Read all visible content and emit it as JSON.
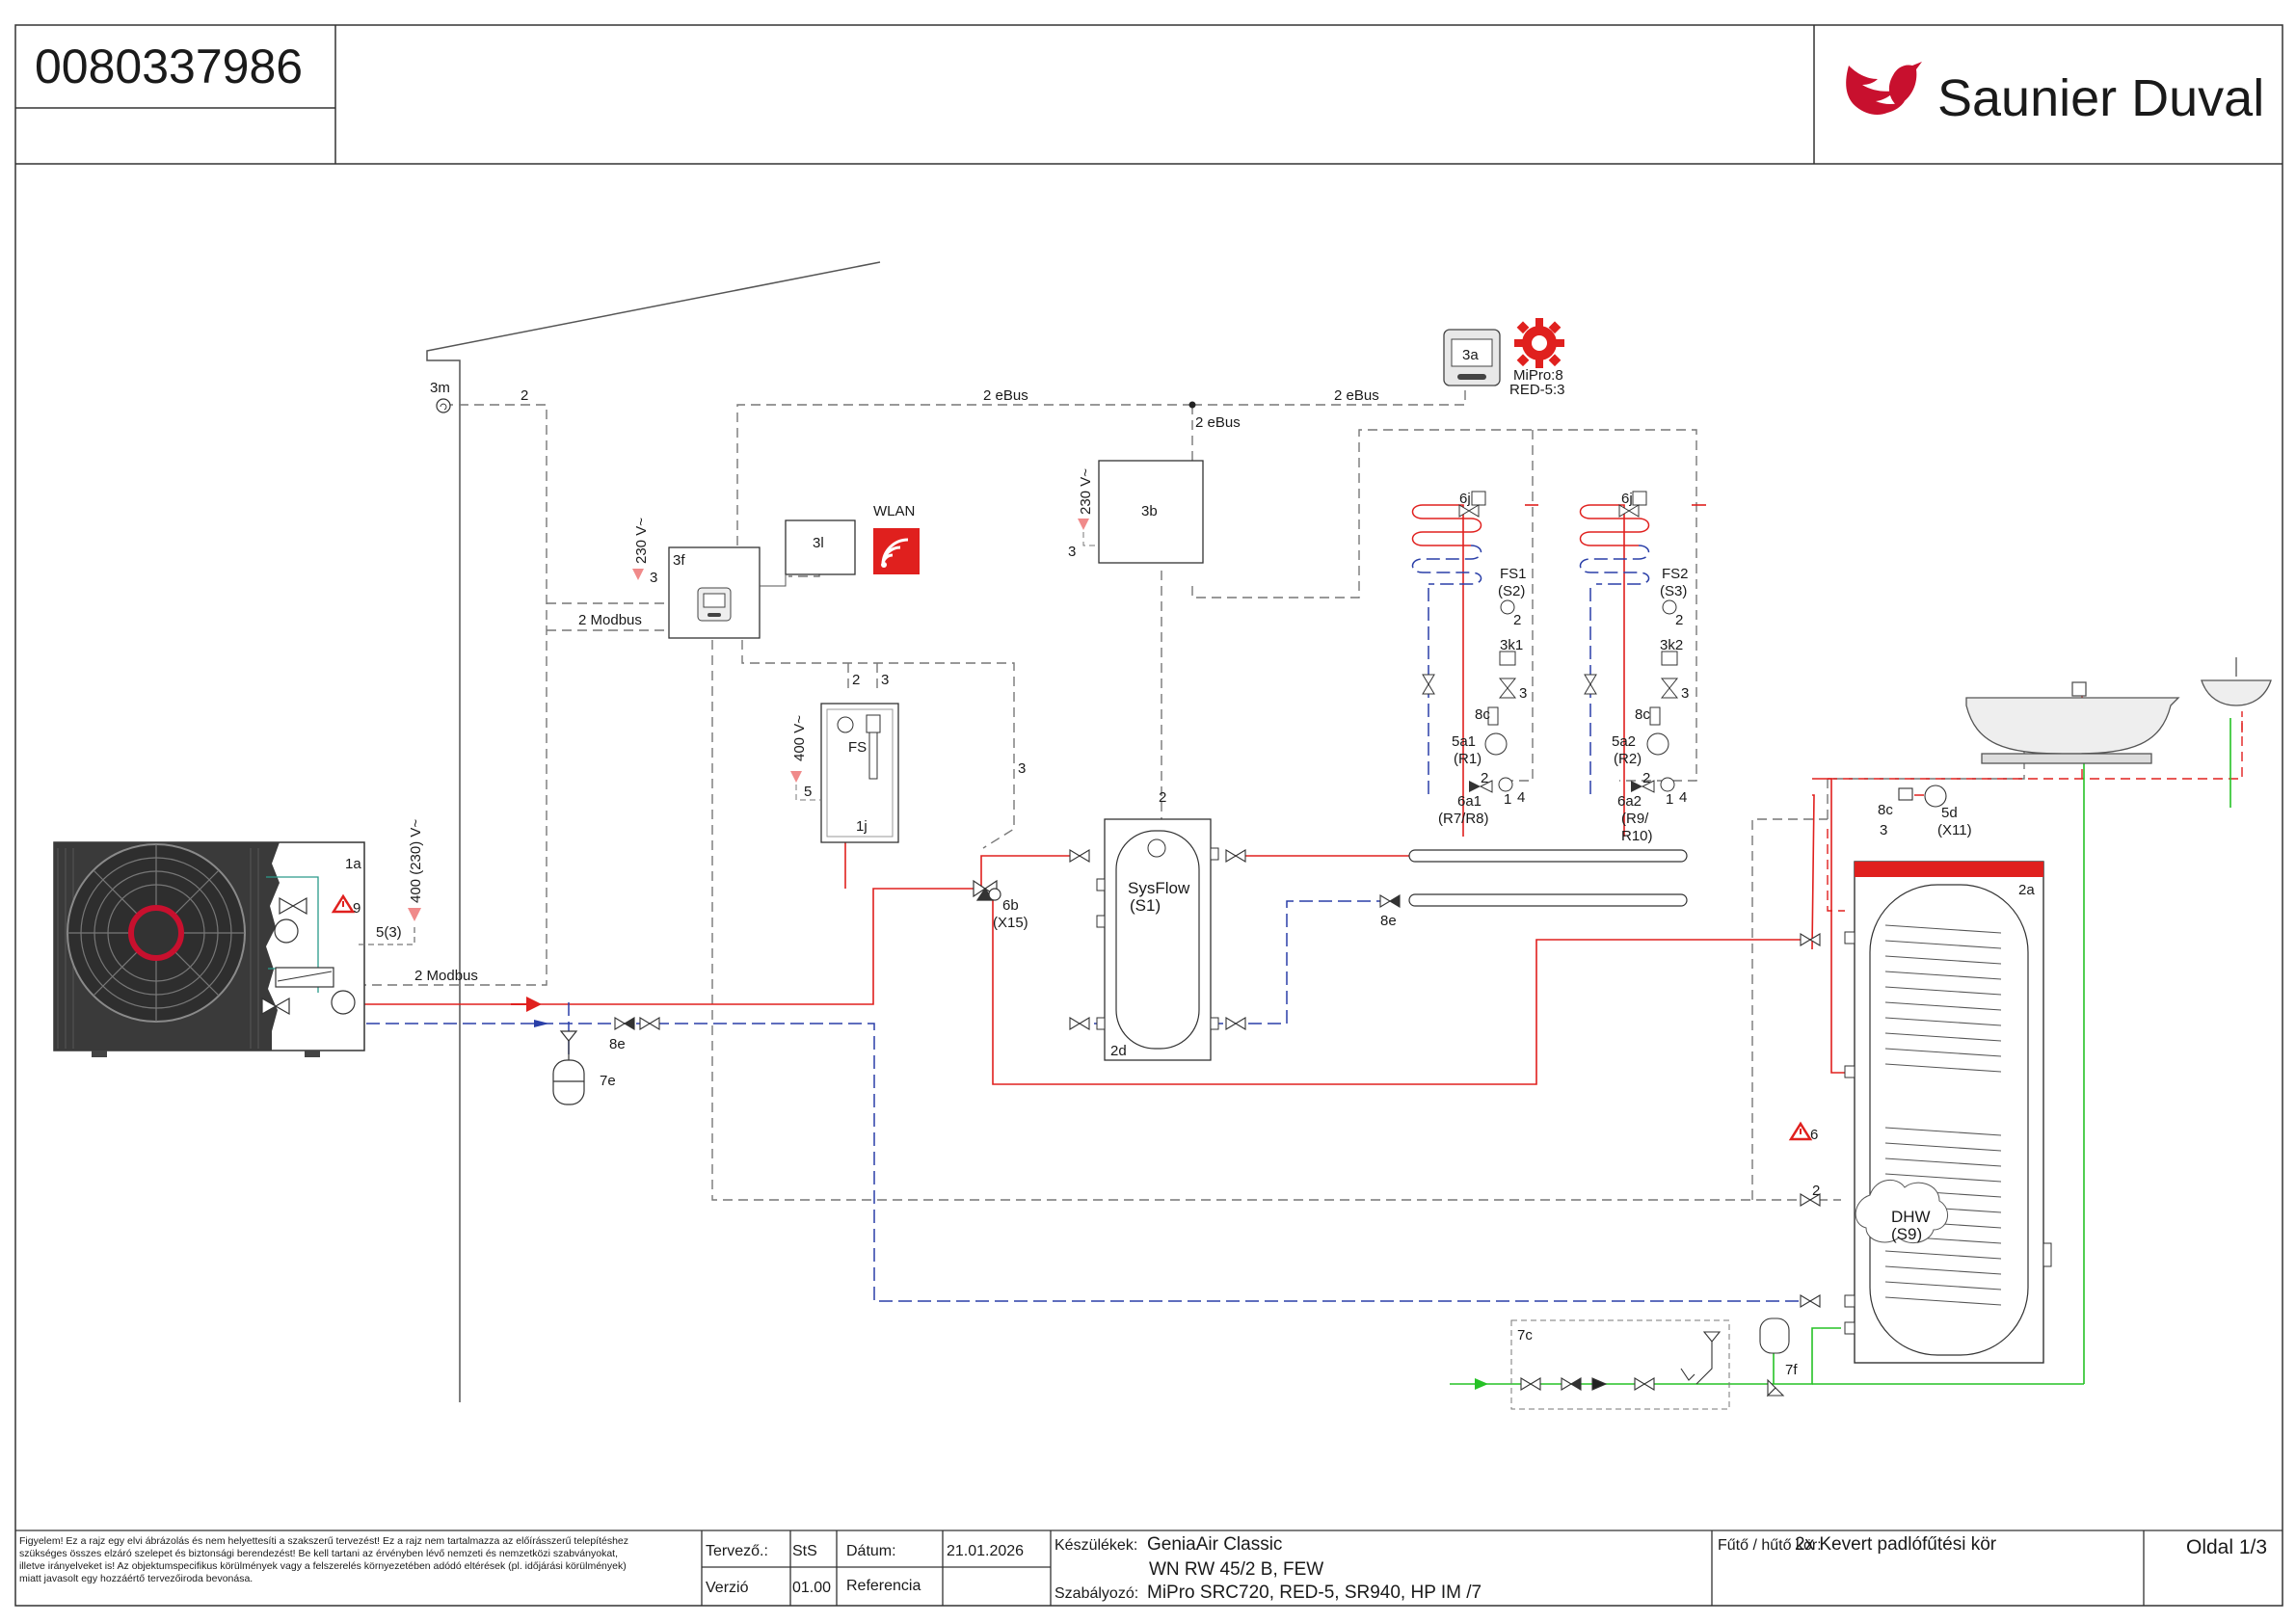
{
  "header": {
    "document_number": "0080337986",
    "brand_name": "Saunier Duval",
    "brand_color": "#c8102e"
  },
  "diagram": {
    "sensor_3m": "3m",
    "cable_count_2": "2",
    "cable_count_3": "3",
    "cable_count_5": "5",
    "ebus_label": "2 eBus",
    "modbus_label": "2 Modbus",
    "module_3a": "3a",
    "mipro_label": "MiPro:8",
    "red_label": "RED-5:3",
    "module_3b": "3b",
    "module_3f": "3f",
    "module_3l": "3l",
    "wlan_label": "WLAN",
    "voltage_230": "230 V~",
    "voltage_400": "400 V~",
    "voltage_400_230": "400 (230) V~",
    "module_1j": "1j",
    "fs_label": "FS",
    "hp_1a": "1a",
    "warning_9": "9",
    "cable_5_3": "5(3)",
    "valve_6b": "6b",
    "valve_6b_port": "(X15)",
    "sysflow_label": "SysFlow",
    "sysflow_sensor": "(S1)",
    "tank_2d": "2d",
    "valve_8e": "8e",
    "vessel_7e": "7e",
    "circuit1": {
      "actuator": "6j",
      "sensor": "FS1",
      "sensor_port": "(S2)",
      "module": "3k1",
      "check": "8c",
      "pump": "5a1",
      "pump_port": "(R1)",
      "mixer": "6a1",
      "mixer_port": "(R7/R8)"
    },
    "circuit2": {
      "actuator": "6j",
      "sensor": "FS2",
      "sensor_port": "(S3)",
      "module": "3k2",
      "check": "8c",
      "pump": "5a2",
      "pump_port": "(R2)",
      "mixer": "6a2",
      "mixer_port_line1": "(R9/",
      "mixer_port_line2": "R10)"
    },
    "port_2": "2",
    "port_1": "1",
    "port_4": "4",
    "circ_pump": "5d",
    "circ_pump_port": "(X11)",
    "check_8c": "8c",
    "tank_2a": "2a",
    "warning_6": "6",
    "dhw_label": "DHW",
    "dhw_sensor": "(S9)",
    "group_7c": "7c",
    "vessel_7f": "7f"
  },
  "footer": {
    "warning_text": [
      "Figyelem! Ez a rajz egy elvi ábrázolás és nem helyettesíti a szakszerű tervezést! Ez a rajz nem tartalmazza az előírásszerű telepítéshez",
      "szükséges összes elzáró szelepet és biztonsági berendezést! Be kell tartani az érvényben lévő nemzeti és nemzetközi szabványokat,",
      "illetve irányelveket is! Az objektumspecifikus körülmények vagy a felszerelés környezetében adódó eltérések (pl. időjárási körülmények)",
      "miatt javasolt egy hozzáértő tervezőiroda bevonása."
    ],
    "designer_label": "Tervező.:",
    "designer_value": "StS",
    "date_label": "Dátum:",
    "date_value": "21.01.2026",
    "version_label": "Verzió",
    "version_value": "01.00",
    "reference_label": "Referencia",
    "devices_label": "Készülékek:",
    "devices_line1": "GeniaAir Classic",
    "devices_line2": "WN RW 45/2 B, FEW",
    "controller_label": "Szabályozó:",
    "controller_value": "MiPro SRC720, RED-5, SR940, HP IM /7",
    "heating_label": "Fűtő / hűtő kör:",
    "heating_value": "2x Kevert padlófűtési kör",
    "page_label": "Oldal 1/3"
  }
}
